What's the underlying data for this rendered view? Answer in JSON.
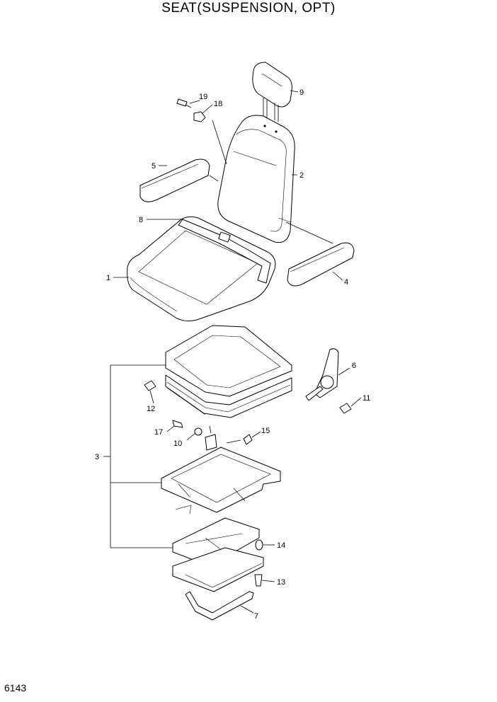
{
  "title": "SEAT(SUSPENSION, OPT)",
  "page_number": "6143",
  "callouts": {
    "c1": "1",
    "c2": "2",
    "c3": "3",
    "c4": "4",
    "c5": "5",
    "c6": "6",
    "c7": "7",
    "c8": "8",
    "c9": "9",
    "c10": "10",
    "c11": "11",
    "c12": "12",
    "c13": "13",
    "c14": "14",
    "c15": "15",
    "c17": "17",
    "c18": "18",
    "c19": "19"
  }
}
